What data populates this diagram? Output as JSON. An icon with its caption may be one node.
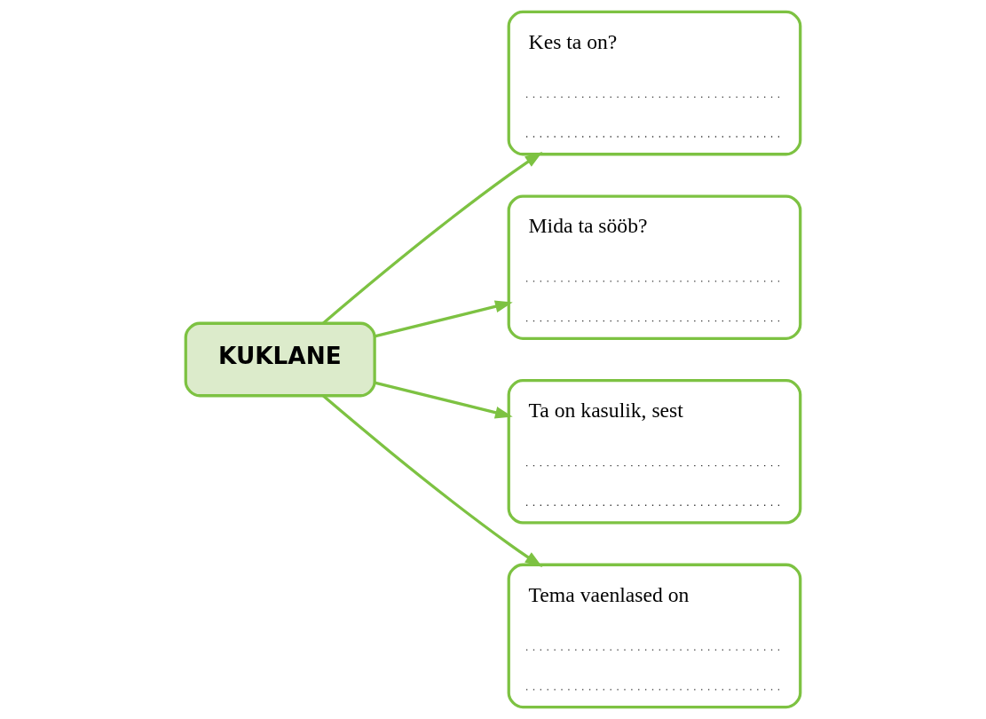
{
  "diagram": {
    "nodes": [
      {
        "text": [
          "KUKLANE"
        ]
      },
      {
        "text": [
          "Kes ta on?"
        ]
      },
      {
        "text": [
          "Mida ta sööb?"
        ]
      },
      {
        "text": [
          "Ta on kasulik, sest"
        ]
      },
      {
        "text": [
          "Tema vaenlased on"
        ]
      }
    ],
    "edges": [
      {
        "from": 0,
        "to": 1,
        "arrow": "to"
      },
      {
        "from": 0,
        "to": 2,
        "arrow": "to"
      },
      {
        "from": 0,
        "to": 3,
        "arrow": "to"
      },
      {
        "from": 0,
        "to": 4,
        "arrow": "to"
      }
    ]
  }
}
